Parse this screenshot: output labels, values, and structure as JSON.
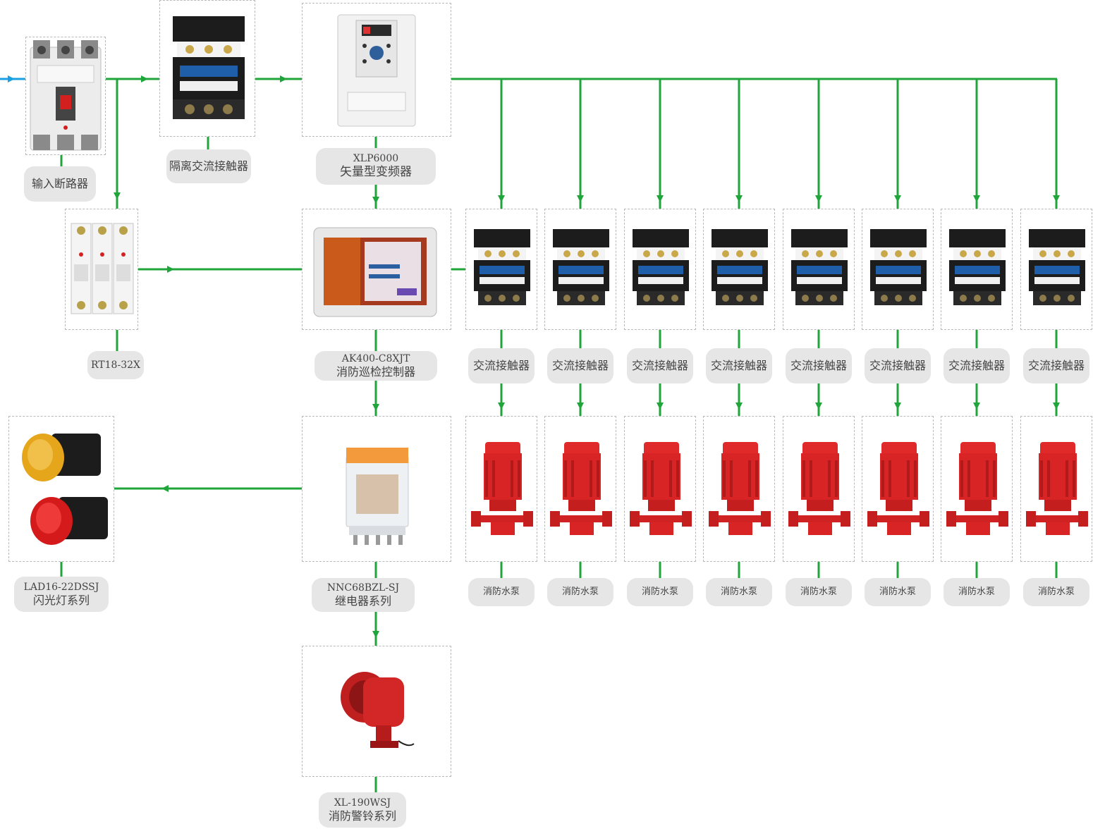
{
  "colors": {
    "wire": "#1fa53a",
    "input_arrow": "#1aa0e0",
    "label_bg": "#e6e6e6",
    "pump_red": "#d82424",
    "contactor_blue": "#1f5ea8",
    "contactor_black": "#1c1c1c"
  },
  "devices": {
    "breaker": {
      "label": "输入断路器",
      "icon": "circuit-breaker-icon"
    },
    "isolation_contactor": {
      "label": "隔离交流接触器",
      "icon": "ac-contactor-icon"
    },
    "vfd": {
      "model": "XLP6000",
      "label": "矢量型变频器",
      "icon": "frequency-inverter-icon"
    },
    "fuse": {
      "model": "RT18-32X",
      "icon": "fuse-holder-icon"
    },
    "controller": {
      "model": "AK400-C8XJT",
      "label": "消防巡检控制器",
      "icon": "touchscreen-controller-icon"
    },
    "relay": {
      "model": "NNC68BZL-SJ",
      "label": "继电器系列",
      "icon": "relay-icon"
    },
    "alarm": {
      "model": "XL-190WSJ",
      "label": "消防警铃系列",
      "icon": "fire-siren-icon"
    },
    "lamp": {
      "model": "LAD16-22DSSJ",
      "label": "闪光灯系列",
      "icon": "indicator-lamp-icon"
    }
  },
  "channels": [
    {
      "contactor_label": "交流接触器",
      "pump_label": "消防水泵"
    },
    {
      "contactor_label": "交流接触器",
      "pump_label": "消防水泵"
    },
    {
      "contactor_label": "交流接触器",
      "pump_label": "消防水泵"
    },
    {
      "contactor_label": "交流接触器",
      "pump_label": "消防水泵"
    },
    {
      "contactor_label": "交流接触器",
      "pump_label": "消防水泵"
    },
    {
      "contactor_label": "交流接触器",
      "pump_label": "消防水泵"
    },
    {
      "contactor_label": "交流接触器",
      "pump_label": "消防水泵"
    },
    {
      "contactor_label": "交流接触器",
      "pump_label": "消防水泵"
    }
  ]
}
